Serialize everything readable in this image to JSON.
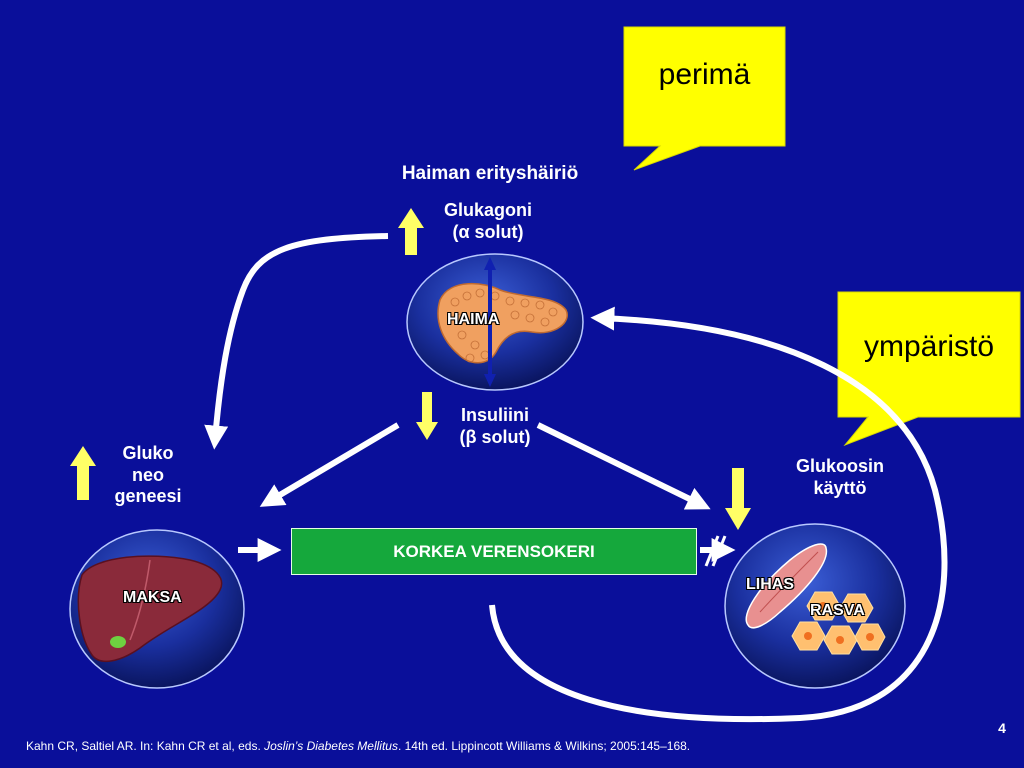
{
  "callouts": {
    "perima": "perimä",
    "ymparisto": "ympäristö"
  },
  "labels": {
    "haiman_erityshairio": "Haiman erityshäiriö",
    "glukagoni_line1": "Glukagoni",
    "glukagoni_line2": "(α solut)",
    "insuliini_line1": "Insuliini",
    "insuliini_line2": "(β solut)",
    "gluko_line1": "Gluko",
    "gluko_line2": "neo",
    "gluko_line3": "geneesi",
    "glukoosin_line1": "Glukoosin",
    "glukoosin_line2": "käyttö"
  },
  "organs": {
    "haima": "HAIMA",
    "maksa": "MAKSA",
    "lihas": "LIHAS",
    "rasva": "RASVA"
  },
  "center_box": "KORKEA  VERENSOKERI",
  "slide_number": "4",
  "footer": {
    "pre": "Kahn CR, Saltiel AR. In: Kahn CR et al, eds. ",
    "title": "Joslin’s Diabetes Mellitus",
    "post": ". 14th ed. Lippincott Williams & Wilkins; 2005:145–168."
  },
  "colors": {
    "background": "#0a0f9a",
    "callout": "#ffff00",
    "arrow_yellow": "#ffff66",
    "box_green": "#15a83c"
  }
}
